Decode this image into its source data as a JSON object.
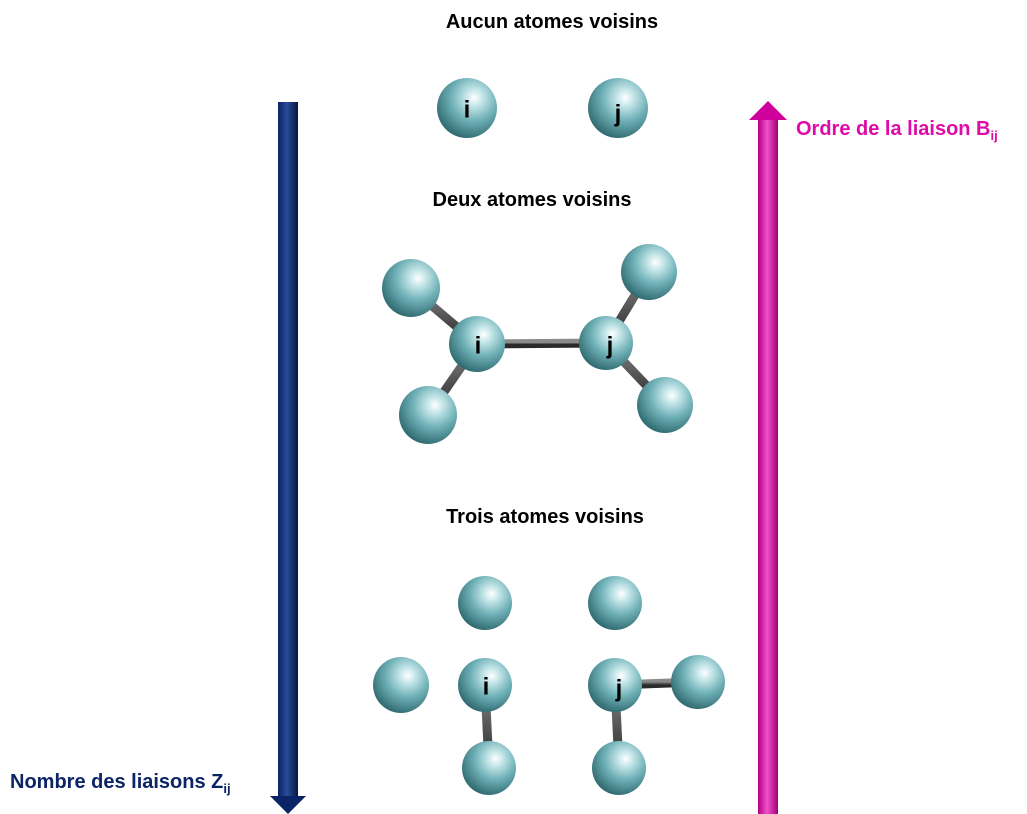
{
  "headings": {
    "none": "Aucun atomes voisins",
    "two": "Deux atomes voisins",
    "three": "Trois atomes voisins"
  },
  "axes": {
    "left": {
      "text": "Nombre des liaisons Z",
      "subscript": "ij",
      "color": "#0b2466"
    },
    "right": {
      "text": "Ordre de la liaison B",
      "subscript": "ij",
      "color": "#e00aa8"
    }
  },
  "atoms": {
    "i": "i",
    "j": "j"
  },
  "colors": {
    "atom": "#6fb1b7",
    "bond": "#555555"
  }
}
